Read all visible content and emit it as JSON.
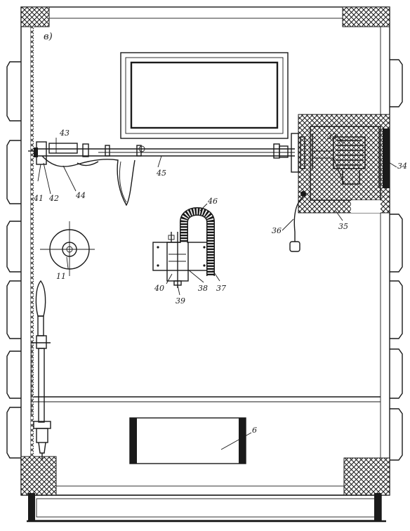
{
  "panel_label": "в)",
  "callouts": {
    "c6": "6",
    "c11": "11",
    "c33": "33",
    "c34": "34",
    "c35": "35",
    "c36": "36",
    "c37": "37",
    "c38": "38",
    "c39": "39",
    "c40": "40",
    "c41": "41",
    "c42": "42",
    "c43": "43",
    "c44": "44",
    "c45": "45",
    "c46": "46"
  }
}
